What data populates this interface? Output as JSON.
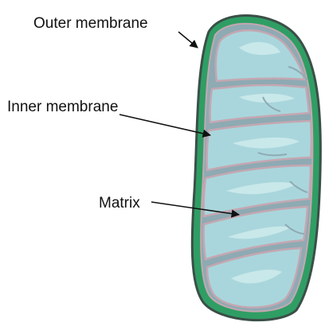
{
  "diagram": {
    "labels": {
      "outer_membrane": "Outer membrane",
      "inner_membrane": "Inner membrane",
      "matrix": "Matrix"
    },
    "colors": {
      "outer_membrane": "#2f9e64",
      "outer_edge": "#3b4f48",
      "intermembrane_space": "#8eaab3",
      "inner_membrane": "#c4a7b1",
      "matrix": "#a9d6dc",
      "matrix_highlight": "#c8e8ea",
      "arrow": "#111111"
    }
  }
}
